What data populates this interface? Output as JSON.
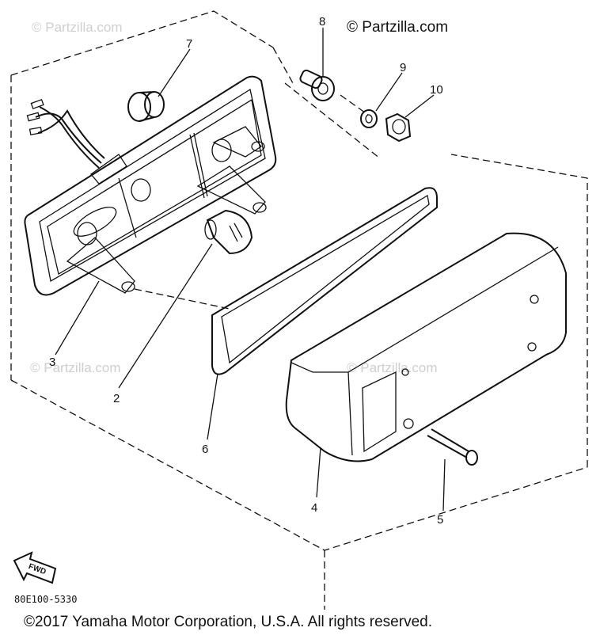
{
  "watermark": {
    "main": "© Partzilla.com",
    "faded": "© Partzilla.com"
  },
  "callouts": {
    "p1": "2",
    "p2": "3",
    "p3": "4",
    "p4": "5",
    "p5": "6",
    "p6": "7",
    "p7": "8",
    "p8": "9",
    "p9": "10"
  },
  "direction_badge": "FWD",
  "diagram_code": "80E100-5330",
  "copyright": "©2017  Yamaha Motor Corporation, U.S.A. All rights reserved."
}
